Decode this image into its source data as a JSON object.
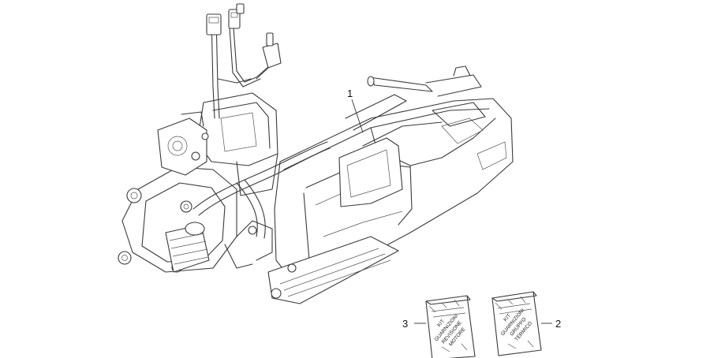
{
  "callouts": [
    {
      "number": "1"
    },
    {
      "number": "2"
    },
    {
      "number": "3"
    }
  ],
  "kits": {
    "kit_2_lines": [
      "KIT",
      "GUARNIZIONI",
      "GRUPPO",
      "TERMICO"
    ],
    "kit_3_lines": [
      "KIT",
      "GUARNIZIONI",
      "REVISIONE",
      "MOTORE"
    ]
  }
}
